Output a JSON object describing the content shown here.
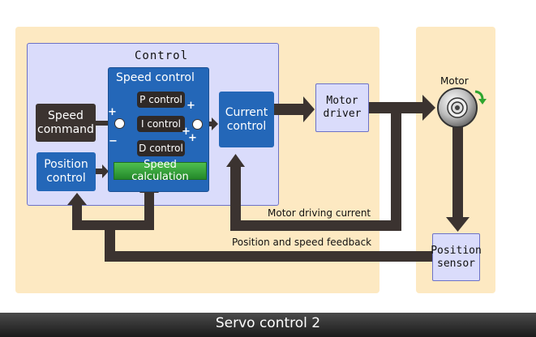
{
  "diagram": {
    "control_label": "Control",
    "speed_control_label": "Speed control",
    "speed_command_label": "Speed\ncommand",
    "position_control_label": "Position\ncontrol",
    "p_control_label": "P control",
    "i_control_label": "I control",
    "d_control_label": "D control",
    "speed_calculation_label": "Speed calculation",
    "current_control_label": "Current\ncontrol",
    "motor_driver_label": "Motor\ndriver",
    "motor_label": "Motor",
    "position_sensor_label": "Position\nsensor",
    "motor_driving_current_label": "Motor driving current",
    "feedback_label": "Position and speed feedback",
    "plus_sign": "+",
    "minus_sign": "−"
  },
  "caption": "Servo control 2",
  "colors": {
    "peach_panel": "#fde9c2",
    "control_panel": "#dadcfb",
    "blue_box": "#2467b8",
    "dark_box": "#3b3330",
    "green_bar": "#2e9a2e",
    "arrow": "#3b3330"
  }
}
